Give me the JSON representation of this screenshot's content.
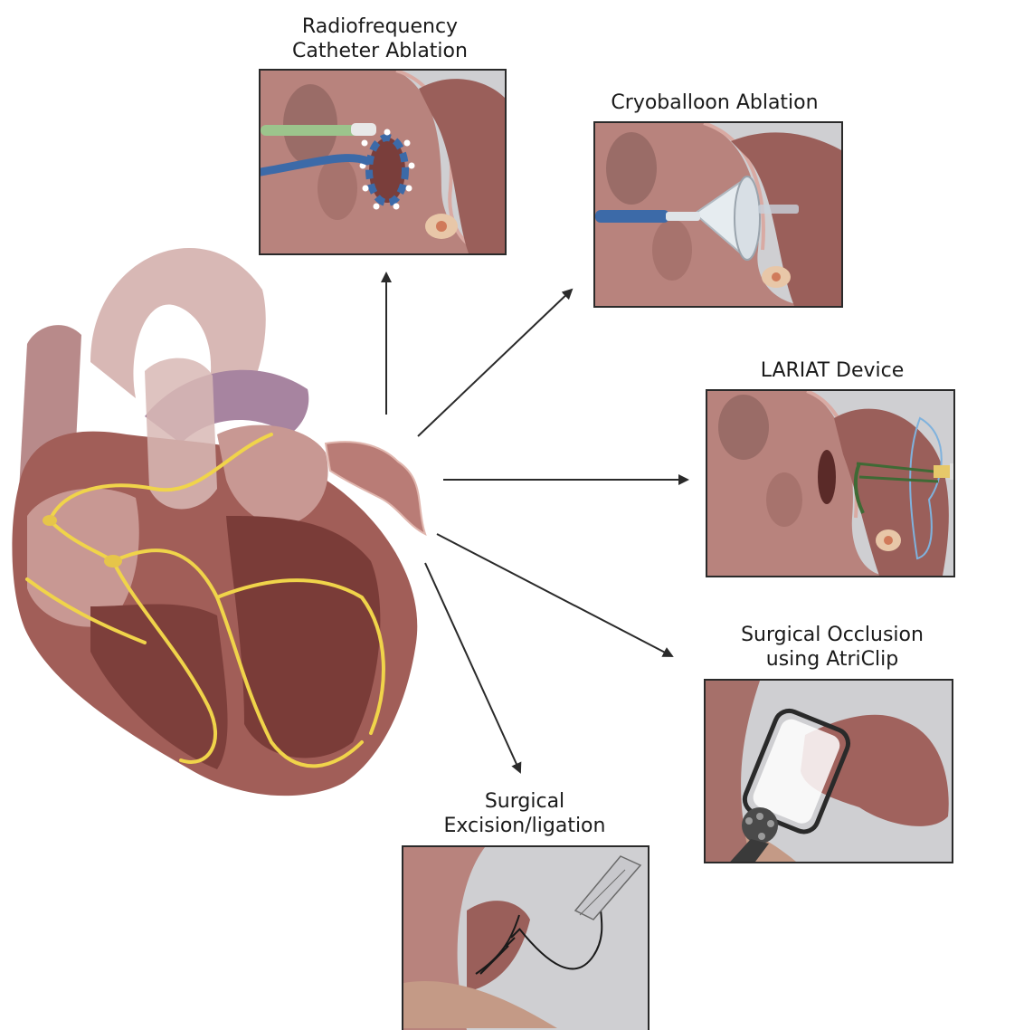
{
  "colors": {
    "tissue": "#b8837d",
    "tissue_dark": "#8f5a55",
    "appendage": "#9a5f5a",
    "grey_bg": "#cfcfd2",
    "nerve": "#f0d44a",
    "catheter_blue": "#3c6aa8",
    "catheter_green": "#9cc48c",
    "arrow": "#2a2a2a"
  },
  "labels": {
    "rf_line1": "Radiofrequency",
    "rf_line2": "Catheter Ablation",
    "cryo": "Cryoballoon Ablation",
    "lariat": "LARIAT Device",
    "atriclip_line1": "Surgical Occlusion",
    "atriclip_line2": "using AtriClip",
    "excision_line1": "Surgical",
    "excision_line2": "Excision/ligation"
  }
}
